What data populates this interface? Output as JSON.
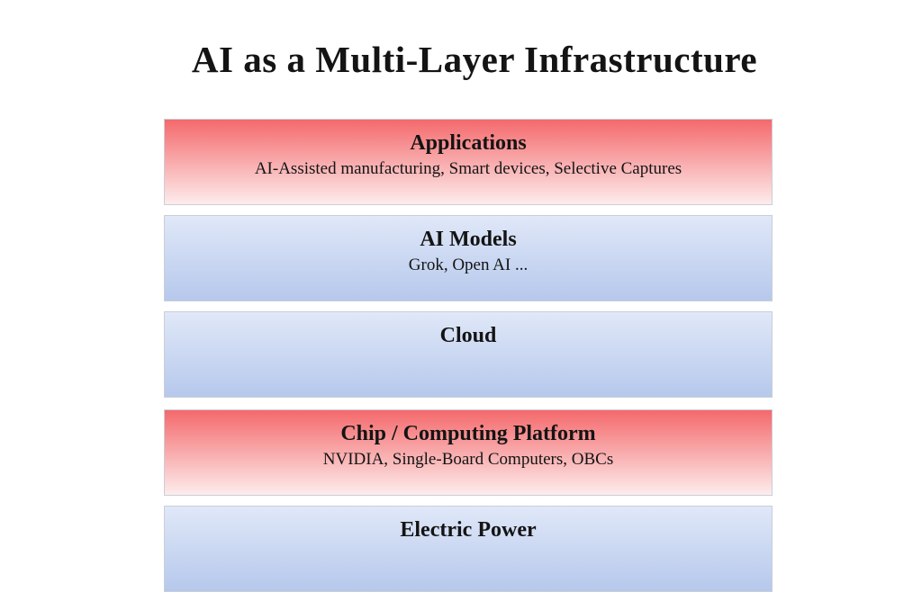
{
  "page": {
    "title": "AI as a Multi-Layer Infrastructure"
  },
  "palette": {
    "background": "#ffffff",
    "text": "#141414",
    "box_border": "#c9cfd8",
    "red_top": "#f4696c",
    "red_bottom": "#fdecec",
    "blue_top": "#e0e8f8",
    "blue_bottom": "#b6c8ec"
  },
  "layers": [
    {
      "id": "applications",
      "title": "Applications",
      "subtitle": "AI-Assisted manufacturing, Smart devices, Selective Captures",
      "scheme": "red"
    },
    {
      "id": "ai-models",
      "title": "AI Models",
      "subtitle": "Grok, Open AI ...",
      "scheme": "blue"
    },
    {
      "id": "cloud",
      "title": "Cloud",
      "subtitle": "",
      "scheme": "blue"
    },
    {
      "id": "chip-computing-platform",
      "title": "Chip / Computing Platform",
      "subtitle": "NVIDIA, Single-Board Computers, OBCs",
      "scheme": "red"
    },
    {
      "id": "electric-power",
      "title": "Electric Power",
      "subtitle": "",
      "scheme": "blue"
    }
  ]
}
